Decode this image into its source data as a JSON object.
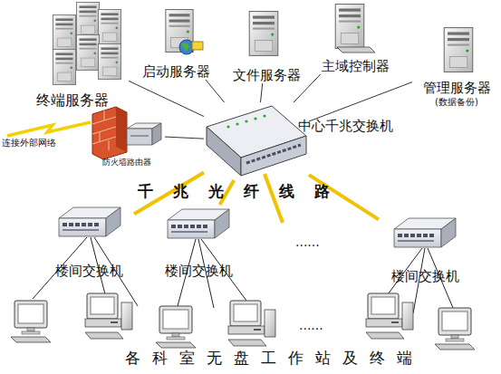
{
  "diagram": {
    "nodes": [
      {
        "text": [
          "终端服务器"
        ]
      },
      {
        "text": [
          "启动服务器"
        ]
      },
      {
        "text": [
          "文件服务器"
        ]
      },
      {
        "text": [
          "主域控制器"
        ]
      },
      {
        "text": [
          "管理服务器",
          "(数据备份)"
        ]
      },
      {
        "text": [
          "防火墙路由器"
        ]
      },
      {
        "text": [
          "中心千兆交换机"
        ]
      },
      {
        "text": [
          "楼间交换机"
        ]
      },
      {
        "text": [
          "楼间交换机"
        ]
      },
      {
        "text": [
          "楼间交换机"
        ]
      }
    ],
    "edges": [
      {
        "from": 0,
        "to": 6,
        "arrow": "none"
      },
      {
        "from": 1,
        "to": 6,
        "arrow": "none"
      },
      {
        "from": 2,
        "to": 6,
        "arrow": "none"
      },
      {
        "from": 3,
        "to": 6,
        "arrow": "none"
      },
      {
        "from": 4,
        "to": 6,
        "arrow": "none"
      },
      {
        "from": 5,
        "to": 6,
        "arrow": "none"
      },
      {
        "from": 6,
        "to": 7,
        "arrow": "none"
      },
      {
        "from": 6,
        "to": 8,
        "arrow": "none"
      },
      {
        "from": 6,
        "to": 9,
        "arrow": "none"
      }
    ],
    "labels": [
      "连接外部网络",
      "千兆光纤线路",
      "......",
      "......",
      "各科室无盘工作站及终端"
    ]
  }
}
